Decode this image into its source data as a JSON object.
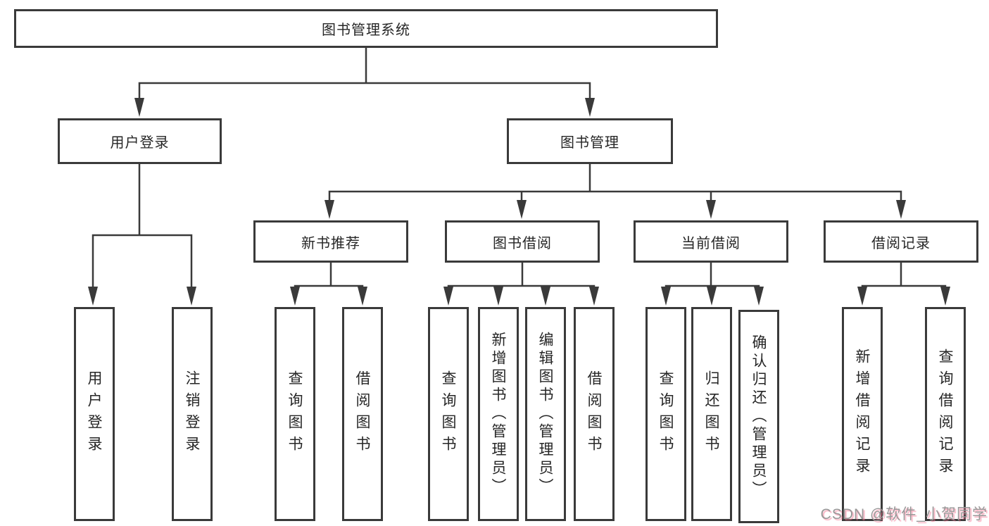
{
  "diagram": {
    "title": "图书管理系统",
    "type": "hierarchy-tree"
  },
  "tree": {
    "root": {
      "label": "图书管理系统",
      "children": [
        {
          "label": "用户登录",
          "children": [
            {
              "label": "用户登录"
            },
            {
              "label": "注销登录"
            }
          ]
        },
        {
          "label": "图书管理",
          "children": [
            {
              "label": "新书推荐",
              "children": [
                {
                  "label": "查询图书"
                },
                {
                  "label": "借阅图书"
                }
              ]
            },
            {
              "label": "图书借阅",
              "children": [
                {
                  "label": "查询图书"
                },
                {
                  "label": "新增图书（管理员）"
                },
                {
                  "label": "编辑图书（管理员）"
                },
                {
                  "label": "借阅图书"
                }
              ]
            },
            {
              "label": "当前借阅",
              "children": [
                {
                  "label": "查询图书"
                },
                {
                  "label": "归还图书"
                },
                {
                  "label": "确认归还（管理员）"
                }
              ]
            },
            {
              "label": "借阅记录",
              "children": [
                {
                  "label": "新增借阅记录"
                },
                {
                  "label": "查询借阅记录"
                }
              ]
            }
          ]
        }
      ]
    }
  },
  "watermark": "CSDN @软件_小贺同学",
  "colors": {
    "line": "#3a3a3a",
    "box_border": "#3a3a3a",
    "text": "#262626",
    "background": "#ffffff",
    "watermark_gray": "#989898",
    "watermark_pink": "#f46e8c"
  }
}
